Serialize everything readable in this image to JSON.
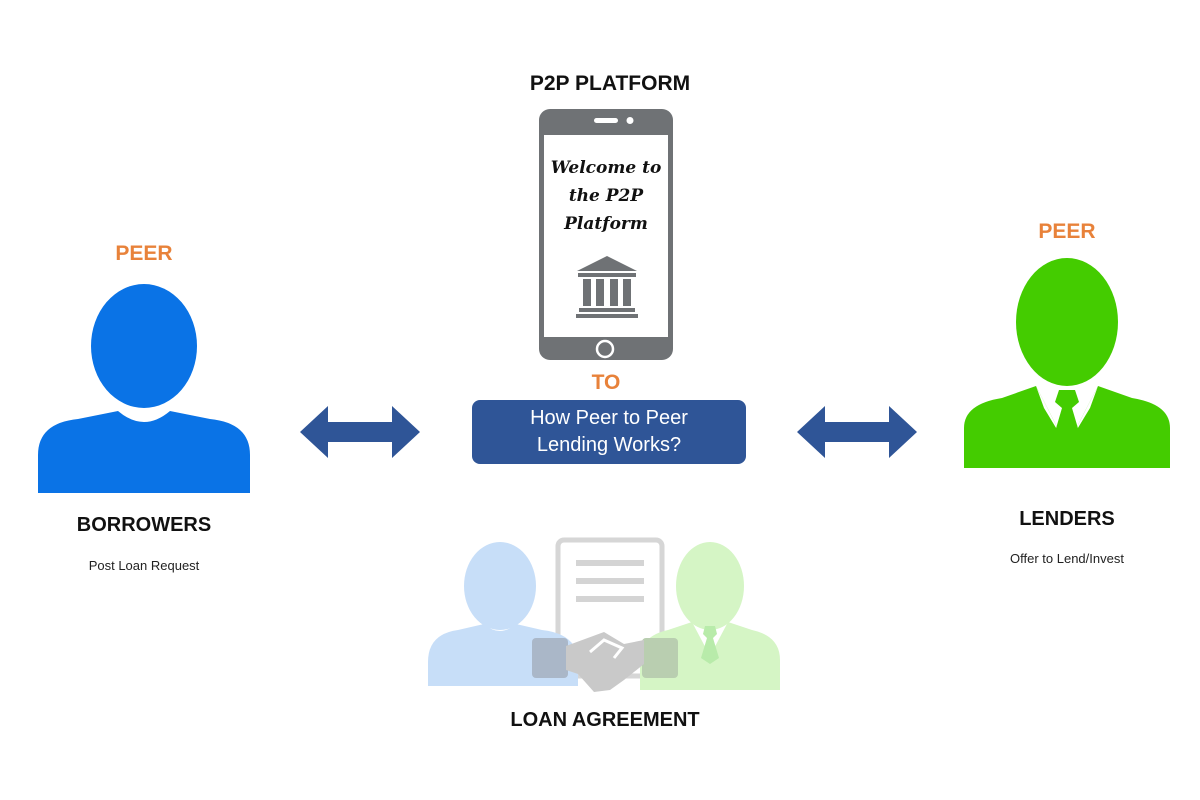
{
  "platform": {
    "title": "P2P PLATFORM",
    "screen_lines": [
      "Welcome to",
      "the P2P",
      "Platform"
    ]
  },
  "center": {
    "to_label": "TO",
    "box_lines": [
      "How Peer to Peer",
      "Lending Works?"
    ]
  },
  "borrowers": {
    "peer_label": "PEER",
    "title": "BORROWERS",
    "subtitle": "Post Loan Request",
    "color": "#0a73e6"
  },
  "lenders": {
    "peer_label": "PEER",
    "title": "LENDERS",
    "subtitle": "Offer to Lend/Invest",
    "color": "#44cc00"
  },
  "agreement": {
    "title": "LOAN AGREEMENT"
  },
  "colors": {
    "arrow": "#2f5597",
    "accent_orange": "#e8823a",
    "phone": "#6f7275"
  }
}
